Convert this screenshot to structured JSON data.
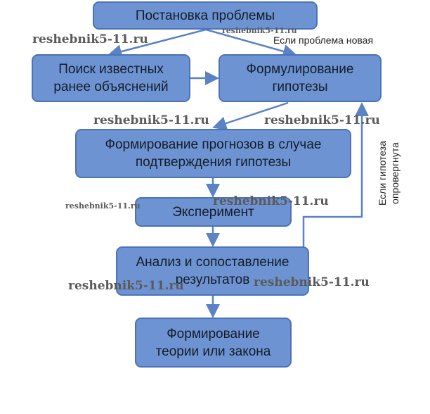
{
  "boxes": {
    "problem": "Постановка проблемы",
    "search": [
      "Поиск известных",
      "ранее объяснений"
    ],
    "hypothesis": [
      "Формулирование",
      "гипотезы"
    ],
    "forecast": [
      "Формирование прогнозов в случае",
      "подтверждения гипотезы"
    ],
    "experiment": "Эксперимент",
    "analysis": [
      "Анализ и сопоставление",
      "результатов"
    ],
    "theory": [
      "Формирование",
      "теории или закона"
    ]
  },
  "labels": {
    "new_problem": "Если проблема новая",
    "refuted": [
      "Если гипотеза",
      "опровергнута"
    ]
  },
  "watermark": "reshebnik5-11.ru",
  "colors": {
    "box_fill": "#6d93d2",
    "box_border": "#4c73b6",
    "arrow": "#5a82c4"
  }
}
